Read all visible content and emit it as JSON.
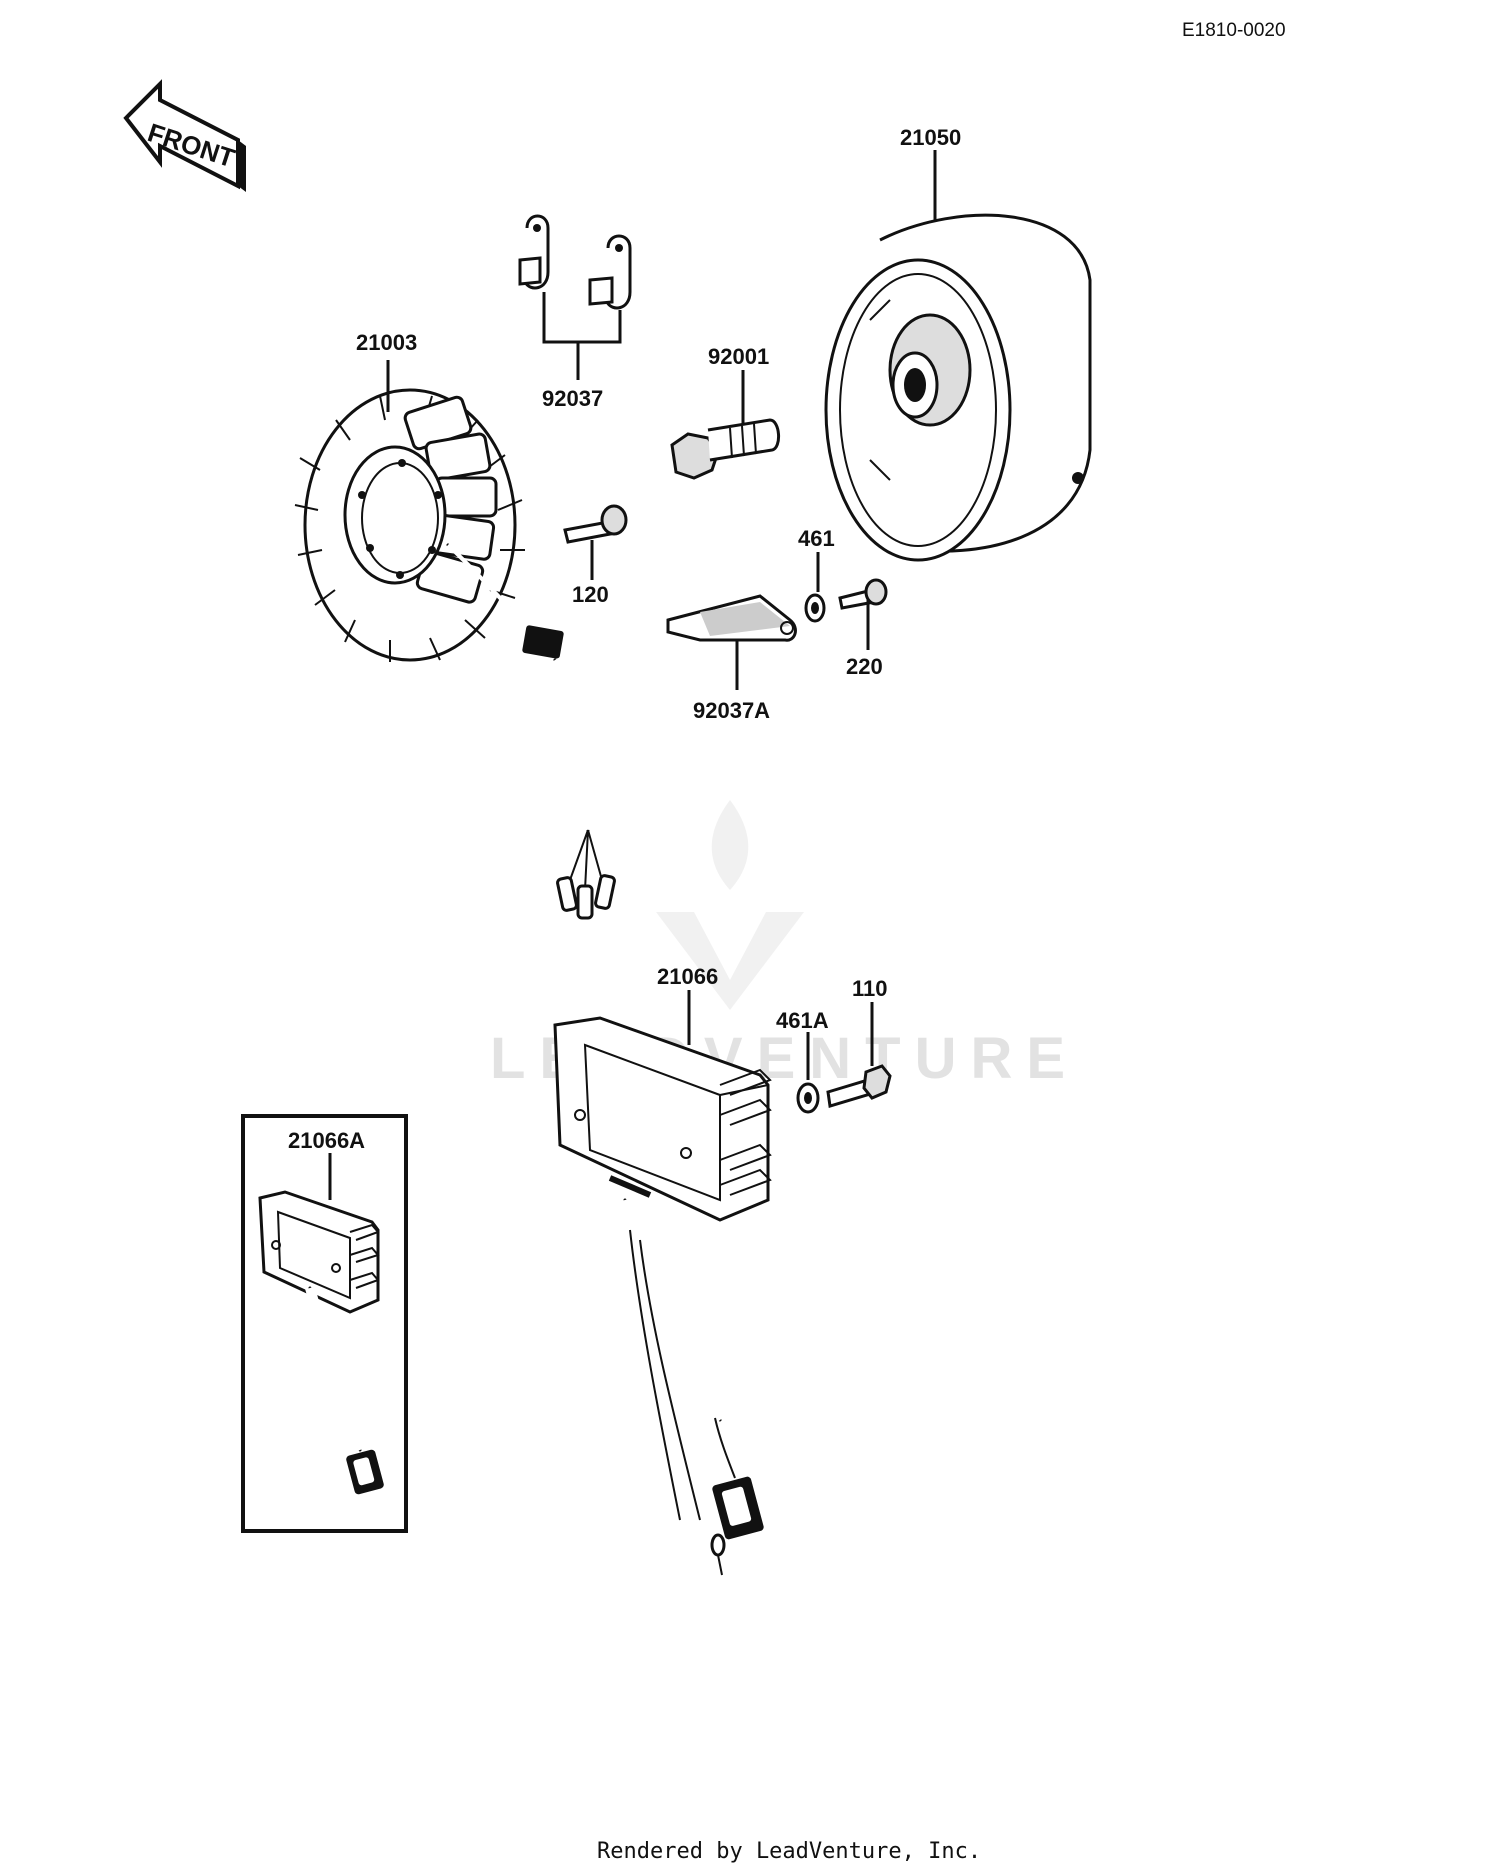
{
  "diagram_code": "E1810-0020",
  "front_label": "FRONT",
  "watermark": "LEADVENTURE",
  "footer": "Rendered by LeadVenture, Inc.",
  "parts": {
    "p21050": "21050",
    "p21003": "21003",
    "p92037": "92037",
    "p92001": "92001",
    "p120": "120",
    "p461": "461",
    "p220": "220",
    "p92037A": "92037A",
    "p21066": "21066",
    "p461A": "461A",
    "p110": "110",
    "p21066A": "21066A"
  }
}
